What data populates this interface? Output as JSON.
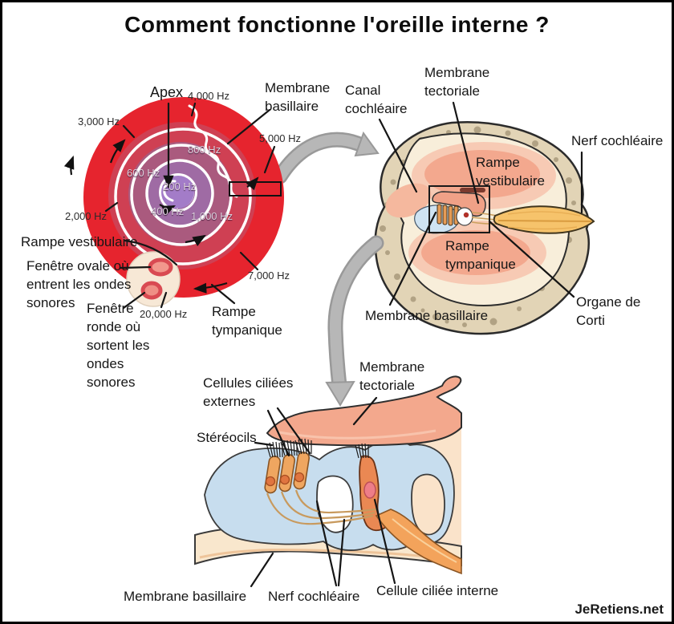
{
  "title": "Comment fonctionne l'oreille interne ?",
  "watermark": "JeRetiens.net",
  "spiral": {
    "apex": "Apex",
    "membrane_basillaire": "Membrane\nbasillaire",
    "rampe_vestibulaire": "Rampe vestibulaire",
    "fenetre_ovale": "Fenêtre ovale où\nentrent les ondes\nsonores",
    "fenetre_ronde": "Fenêtre\nronde où\nsortent les\nondes\nsonores",
    "rampe_tympanique": "Rampe\ntympanique",
    "freqs": {
      "f200": "200 Hz",
      "f400": "400 Hz",
      "f600": "600 Hz",
      "f800": "800 Hz",
      "f1000": "1,000 Hz",
      "f2000": "2,000 Hz",
      "f3000": "3,000 Hz",
      "f4000": "4,000 Hz",
      "f5000": "5,000 Hz",
      "f7000": "7,000 Hz",
      "f20000": "20,000 Hz"
    }
  },
  "cross_section": {
    "canal": "Canal\ncochléaire",
    "membrane_tectoriale": "Membrane\ntectoriale",
    "nerf": "Nerf cochléaire",
    "rampe_vestibulaire": "Rampe\nvestibulaire",
    "rampe_tympanique": "Rampe\ntympanique",
    "membrane_basillaire": "Membrane basillaire",
    "organe_corti": "Organe de\nCorti"
  },
  "detail": {
    "cellules_ciliees_externes": "Cellules ciliées\nexternes",
    "stereocils": "Stéréocils",
    "membrane_tectoriale": "Membrane\ntectoriale",
    "membrane_basillaire": "Membrane basillaire",
    "nerf": "Nerf cochléaire",
    "cellule_ciliee_interne": "Cellule ciliée interne"
  },
  "colors": {
    "spiral_outer": "#e6242e",
    "spiral_ring2": "#cf4053",
    "spiral_ring3": "#aa5a7e",
    "spiral_ring4": "#9f6ba4",
    "spiral_center": "#a37cc8",
    "bone": "#e2d4b6",
    "bone_speckle": "#a99a7c",
    "chamber_pink": "#f3a88e",
    "tectorial_membrane": "#f3a88d",
    "hair_cell_orange": "#efa660",
    "inner_hair_cell": "#ea8853",
    "support_blue": "#c7ddee",
    "nerve_yellow": "#f6c36b",
    "basilar_cream": "#f9e7cd",
    "arrow_gray": "#b7b7b7"
  }
}
